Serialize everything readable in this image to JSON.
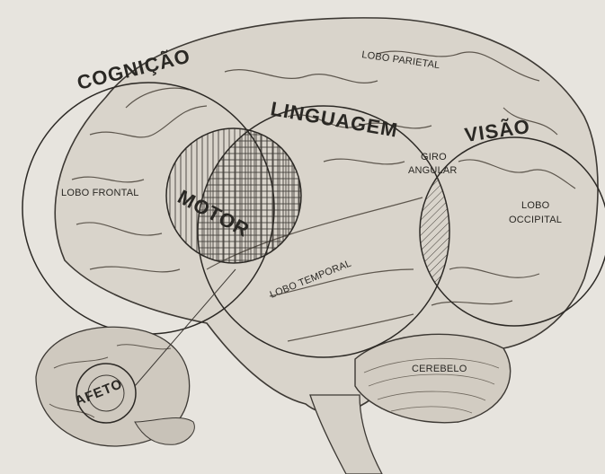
{
  "diagram": {
    "regions": {
      "cognicao": "COGNIÇÃO",
      "linguagem": "LINGUAGEM",
      "visao": "VISÃO",
      "motor": "MOTOR",
      "afeto": "AFETO"
    },
    "lobes": {
      "frontal": "LOBO FRONTAL",
      "parietal": "LOBO PARIETAL",
      "temporal": "LOBO TEMPORAL",
      "occipital_line1": "LOBO",
      "occipital_line2": "OCCIPITAL",
      "giro_line1": "GIRO",
      "giro_line2": "ANGULAR",
      "cerebelo": "CEREBELO"
    }
  }
}
